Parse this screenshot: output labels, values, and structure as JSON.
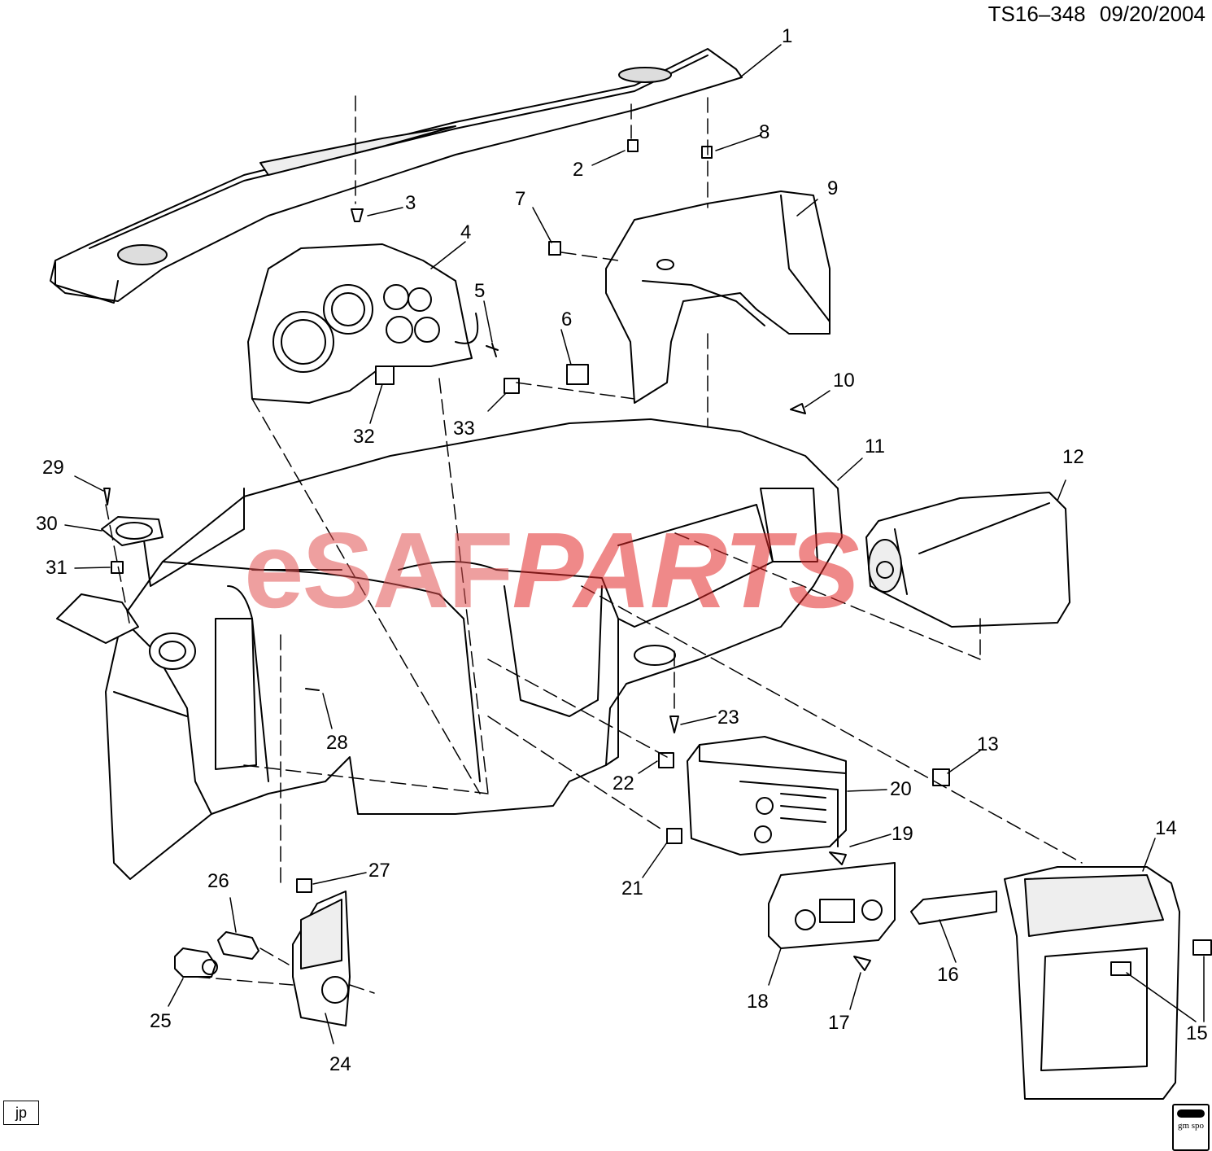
{
  "header": {
    "doc_id": "TS16–348",
    "date": "09/20/2004"
  },
  "watermark": {
    "part_a": "eSAF",
    "part_b": "PARTS"
  },
  "footer": {
    "artist": "jp",
    "logo_text": "gm spo"
  },
  "callouts": [
    "1",
    "2",
    "3",
    "4",
    "5",
    "6",
    "7",
    "8",
    "9",
    "10",
    "11",
    "12",
    "13",
    "14",
    "15",
    "16",
    "17",
    "18",
    "19",
    "20",
    "21",
    "22",
    "23",
    "24",
    "25",
    "26",
    "27",
    "28",
    "29",
    "30",
    "31",
    "32",
    "33"
  ]
}
